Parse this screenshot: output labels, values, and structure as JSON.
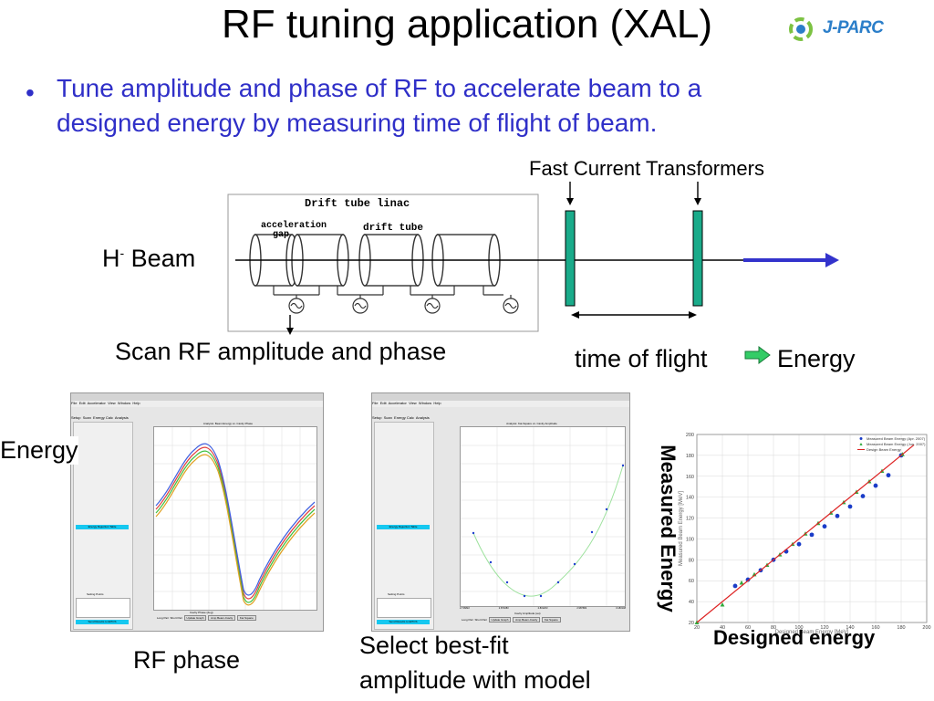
{
  "title": "RF tuning application (XAL)",
  "logo": {
    "text": "J-PARC",
    "color": "#2b7ec9",
    "accent": "#7cc242"
  },
  "bullet": {
    "line1": "Tune amplitude and phase of RF to accelerate beam to a",
    "line2": "designed energy by measuring time of flight of beam.",
    "color": "#2f2fc8"
  },
  "diagram": {
    "header": "Drift tube linac",
    "acceleration_gap": "acceleration gap",
    "drift_tube": "drift tube",
    "beam_label": "H",
    "beam_sup": "-",
    "beam_word": " Beam",
    "fct": "Fast Current Transformers",
    "scan": "Scan RF amplitude and phase",
    "tof": "time of flight",
    "energy": "Energy",
    "fct_color": "#1aab8a",
    "beam_arrow_color": "#3333cc"
  },
  "labels": {
    "energy_left": "Energy",
    "rf_phase": "RF phase",
    "select": "Select best-fit",
    "amplitude": "amplitude with model",
    "measured_energy": "Measured Energy",
    "designed_energy": "Designed energy"
  },
  "chart_data": [
    {
      "type": "scatter",
      "title": "",
      "xlabel": "Designed Beam Energy [MeV]",
      "ylabel": "Measured Beam Energy [MeV]",
      "xlim": [
        20,
        200
      ],
      "ylim": [
        20,
        200
      ],
      "x_ticks": [
        20,
        40,
        60,
        80,
        100,
        120,
        140,
        160,
        180,
        200
      ],
      "y_ticks": [
        20,
        40,
        60,
        80,
        100,
        120,
        140,
        160,
        180,
        200
      ],
      "grid": true,
      "legend": "top-right",
      "series": [
        {
          "name": "Measured Beam Energy (Apr. 2007)",
          "color": "#1a3cc8",
          "marker": "circle",
          "x": [
            50,
            60,
            70,
            80,
            90,
            100,
            110,
            120,
            130,
            140,
            150,
            160,
            170,
            180
          ],
          "y": [
            55,
            61,
            70,
            80,
            88,
            95,
            104,
            112,
            122,
            131,
            141,
            151,
            161,
            180
          ]
        },
        {
          "name": "Measured Beam Energy (Jun. 2007)",
          "color": "#2eaa3c",
          "marker": "triangle",
          "x": [
            20,
            40,
            55,
            65,
            75,
            85,
            95,
            105,
            115,
            125,
            135,
            145,
            155,
            165,
            181
          ],
          "y": [
            20,
            37,
            58,
            66,
            75,
            85,
            95,
            105,
            115,
            125,
            135,
            145,
            155,
            165,
            181
          ]
        },
        {
          "name": "Design Beam Energy",
          "color": "#dd2222",
          "marker": "line",
          "x": [
            20,
            190
          ],
          "y": [
            20,
            190
          ]
        }
      ]
    }
  ],
  "screens": {
    "left": {
      "menu": [
        "File",
        "Edit",
        "Accelerator",
        "View",
        "Window",
        "Help"
      ],
      "tabs": [
        "Setup",
        "Scan",
        "Energy Calc",
        "Analysis"
      ],
      "plot_title": "Analysis: Beam Energy vs. Cavity Phase",
      "xlabel": "Cavity Phase (deg)",
      "buttons": [
        "Long Pair",
        "Short Pair",
        "Update Graph",
        "Amp Beam-Cavity",
        "Kai Square"
      ],
      "side_buttons": [
        "Energy Rejection Table",
        "Send Results to EPICS"
      ],
      "side_label": "Setting Points"
    },
    "right": {
      "menu": [
        "File",
        "Edit",
        "Accelerator",
        "View",
        "Window",
        "Help"
      ],
      "tabs": [
        "Setup",
        "Scan",
        "Energy Calc",
        "Analysis"
      ],
      "plot_title": "Analysis: Kai-Square vs. Cavity Amplitude",
      "xlabel": "Cavity Amplitude (au)",
      "x_ticks": [
        "2.716822",
        "2.871083",
        "2.831203",
        "2.987682",
        "3.183148"
      ],
      "buttons": [
        "Long Pair",
        "Short Pair",
        "Update Graph",
        "Amp Beam-Cavity",
        "Kai Square"
      ],
      "side_buttons": [
        "Energy Rejection Table",
        "Send Results to EPICS"
      ],
      "side_label": "Setting Points"
    }
  }
}
